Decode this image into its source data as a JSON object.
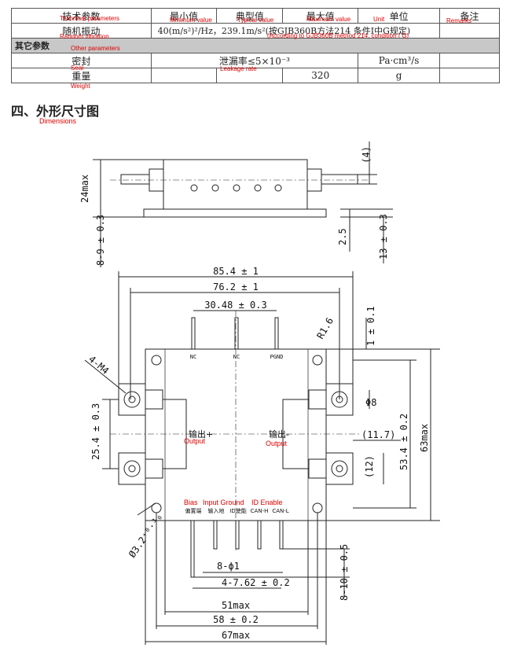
{
  "table": {
    "header": {
      "param": "技术参数",
      "min": "最小值",
      "typ": "典型值",
      "max": "最大值",
      "unit": "单位",
      "remarks": "备注",
      "tr_param": "Technical parameters",
      "tr_min": "Minimum value",
      "tr_typ": "Typical value",
      "tr_max": "Maximum value",
      "tr_unit": "Unit",
      "tr_remarks": "Remarks"
    },
    "vibration": {
      "name": "随机振动",
      "value": "40(m/s²)²/Hz，239.1m/s²(按GJB360B方法214 条件I中G规定)",
      "tr_name": "Random vibration",
      "tr_value": "(According to GJB360B method 214, condition I G)"
    },
    "other_section": {
      "name": "其它参数",
      "tr": "Other parameters"
    },
    "seal": {
      "name": "密封",
      "value": "泄漏率≤5×10⁻³",
      "unit": "Pa·cm³/s",
      "tr_name": "Seal",
      "tr_value": "Leakage rate"
    },
    "weight": {
      "name": "重量",
      "value": "320",
      "unit": "g",
      "tr_name": "Weight"
    }
  },
  "section_title": "四、外形尺寸图",
  "section_title_tr": "Dimensions",
  "drawing": {
    "side": {
      "d4": "(4)",
      "h24": "24max",
      "d2_5": "2.5",
      "d13": "13 ± 0.3",
      "d8_9": "8-9 ± 0.3"
    },
    "top": {
      "w85": "85.4 ± 1",
      "w76": "76.2 ± 1",
      "w30": "30.48 ± 0.3",
      "r16": "R1.6",
      "d1": "1 ± 0.1",
      "m4": "4-M4",
      "phi8": "Φ8",
      "d11_7": "(11.7)",
      "d12": "(12)",
      "d25_4": "25.4 ± 0.3",
      "d53_4": "53.4 ± 0.2",
      "d63": "63max",
      "d32": "Ø3.2⁺⁰·³₀",
      "d8phi1": "8-ϕ1",
      "d762": "4-7.62 ± 0.2",
      "d8_10": "8-10 ± 0.5",
      "w51": "51max",
      "w58": "58 ± 0.2",
      "w67": "67max",
      "nc1": "NC",
      "nc2": "NC",
      "pgnd": "PGND",
      "out_plus": "输出+",
      "out_minus": "输出-",
      "out_tr": "Output",
      "pins": [
        "偏置端",
        "输入地",
        "ID使能",
        "CAN-H",
        "CAN-L"
      ],
      "pins_tr_bias": "Bias",
      "pins_tr_ground": "Input Ground",
      "pins_tr_id": "ID Enable"
    }
  }
}
